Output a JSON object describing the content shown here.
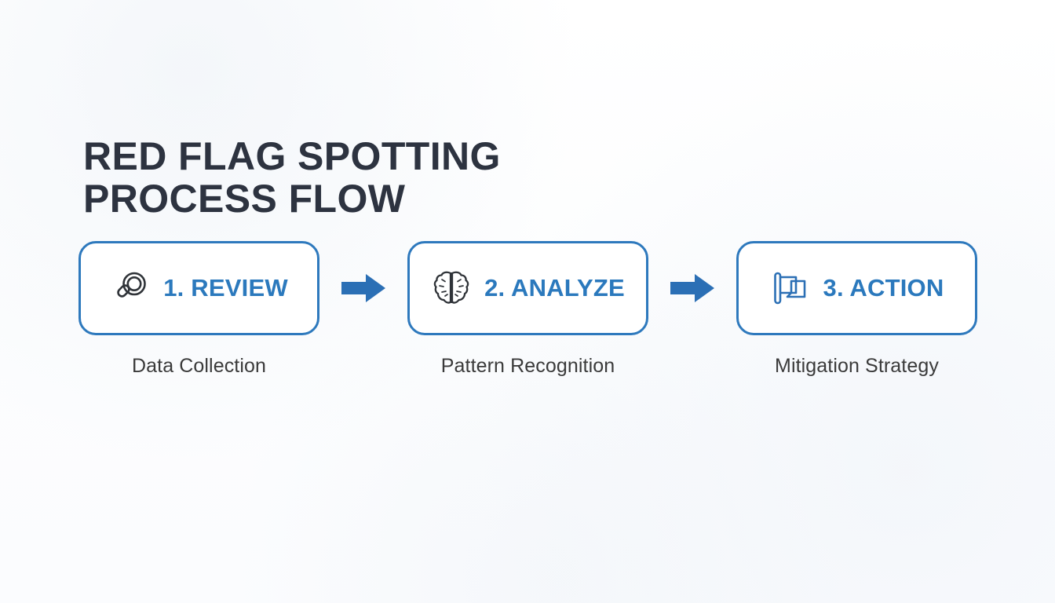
{
  "slide": {
    "background_color": "#fdfdfe",
    "title_color": "#2d3340",
    "accent_color": "#2b79bd",
    "caption_color": "#3a3a3a",
    "icon_dark_color": "#2f3338"
  },
  "title": {
    "line1": "RED FLAG SPOTTING",
    "line2": "PROCESS FLOW"
  },
  "flow": {
    "steps": [
      {
        "label": "1. REVIEW",
        "icon": "magnifying-glass-icon",
        "caption": "Data Collection"
      },
      {
        "label": "2. ANALYZE",
        "icon": "brain-icon",
        "caption": "Pattern Recognition"
      },
      {
        "label": "3. ACTION",
        "icon": "flag-icon",
        "caption": "Mitigation Strategy"
      }
    ],
    "connectors": [
      {
        "icon": "arrow-right-icon"
      },
      {
        "icon": "arrow-right-icon"
      }
    ]
  }
}
